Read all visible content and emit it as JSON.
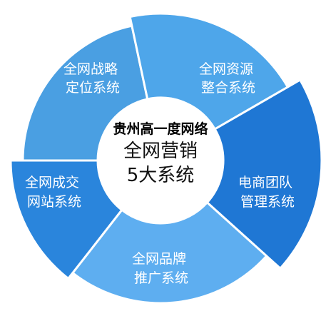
{
  "center": {
    "brand": "贵州高一度网络",
    "title_line1": "全网营销",
    "title_line2": "5大系统"
  },
  "segments": [
    {
      "line1": "全网战略",
      "line2": "定位系统",
      "color": "#4a9fe2"
    },
    {
      "line1": "全网资源",
      "line2": "整合系统",
      "color": "#4ea6ea"
    },
    {
      "line1": "电商团队",
      "line2": "管理系统",
      "color": "#1f77d4"
    },
    {
      "line1": "全网品牌",
      "line2": "推广系统",
      "color": "#5eaef0"
    },
    {
      "line1": "全网成交",
      "line2": "网站系统",
      "color": "#2a85dc"
    }
  ],
  "colors": {
    "divider": "#ffffff",
    "center_fill": "#ffffff",
    "background": "#ffffff"
  }
}
